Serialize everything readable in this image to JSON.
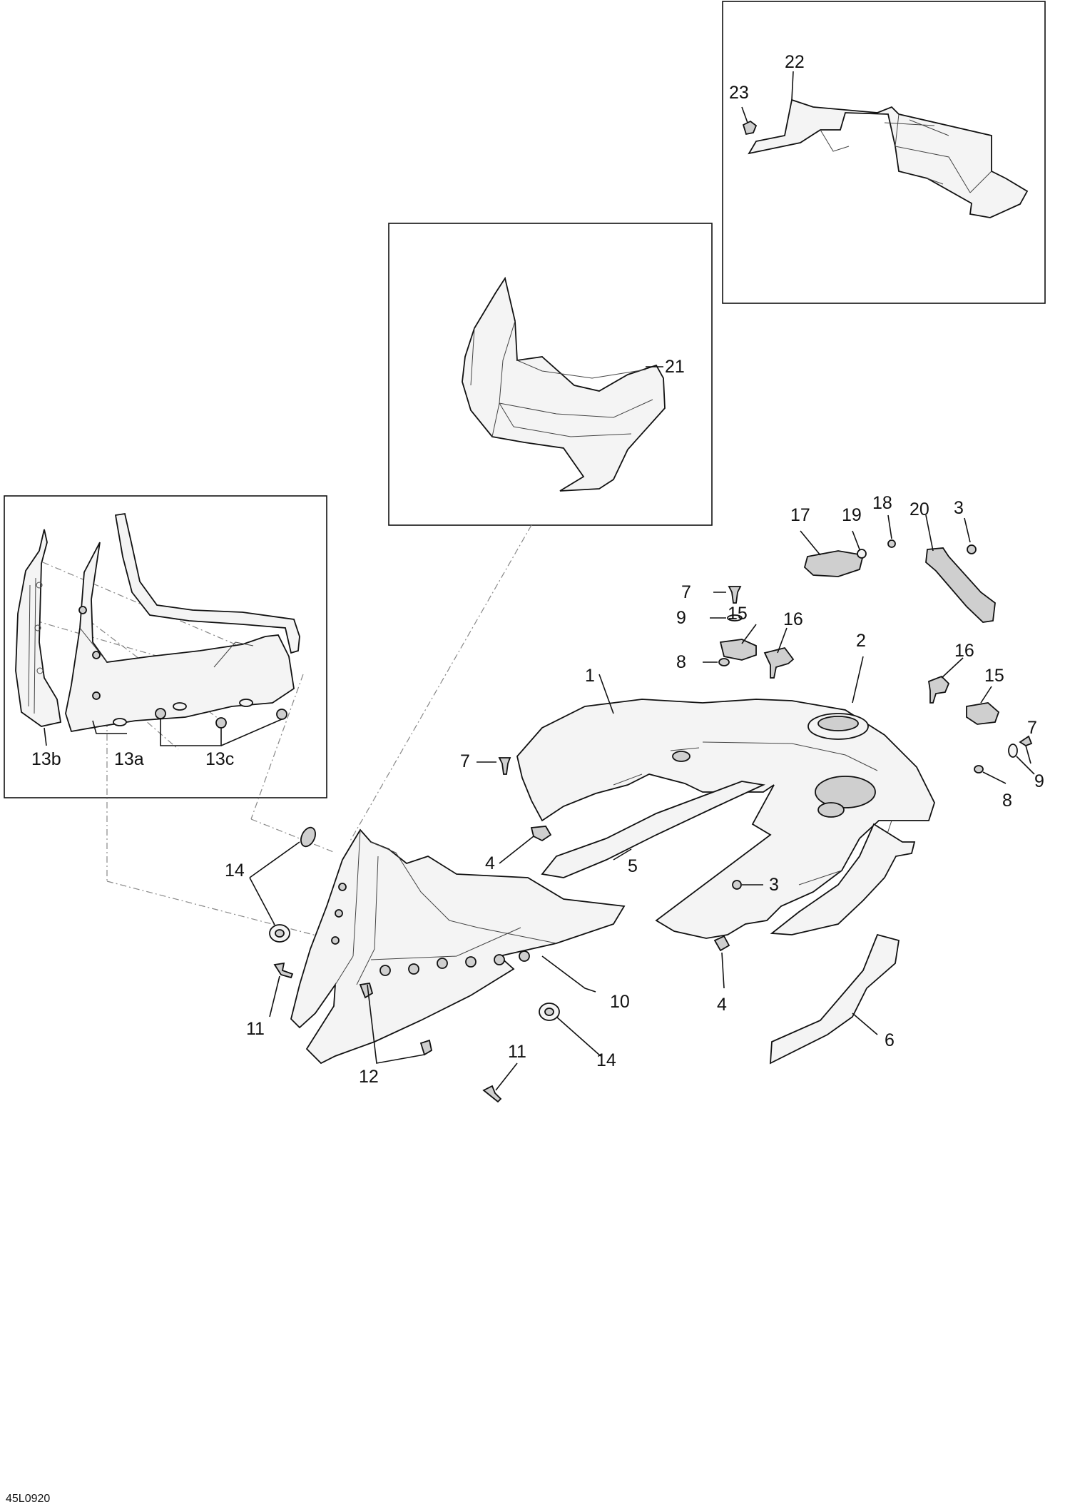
{
  "diagram": {
    "drawing_code": "45L0920",
    "callouts": {
      "c1": "1",
      "c2": "2",
      "c3a": "3",
      "c3b": "3",
      "c4a": "4",
      "c4b": "4",
      "c5": "5",
      "c6": "6",
      "c7a": "7",
      "c7b": "7",
      "c7c": "7",
      "c8a": "8",
      "c8b": "8",
      "c9a": "9",
      "c9b": "9",
      "c10": "10",
      "c11a": "11",
      "c11b": "11",
      "c12": "12",
      "c13a": "13a",
      "c13b": "13b",
      "c13c": "13c",
      "c14a": "14",
      "c14b": "14",
      "c15a": "15",
      "c15b": "15",
      "c16a": "16",
      "c16b": "16",
      "c17": "17",
      "c18": "18",
      "c19": "19",
      "c20": "20",
      "c21": "21",
      "c22": "22",
      "c23": "23"
    }
  }
}
